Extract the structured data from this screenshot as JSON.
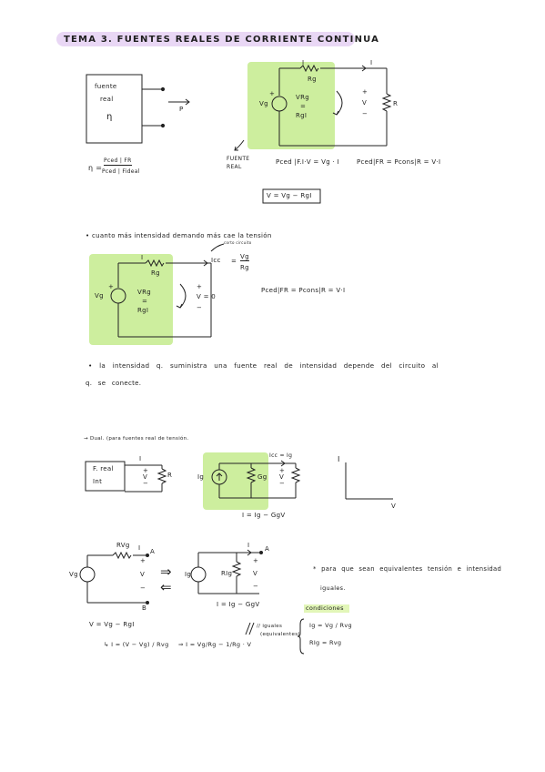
{
  "title": "TEMA 3. FUENTES REALES DE CORRIENTE CONTINUA",
  "fig1": {
    "box_text_1": "fuente",
    "box_text_2": "real",
    "box_eta": "η",
    "arrow_p": "P",
    "eta_formula_num": "Pced | FR",
    "eta_formula_den": "Pced | Fideal",
    "eta_lhs": "η =",
    "i_label_1": "I",
    "rg_label": "Rg",
    "i_label_2": "I",
    "plus": "+",
    "v_label": "V",
    "minus": "−",
    "r_label": "R",
    "vg_label": "Vg",
    "vrg_1": "VRg",
    "vrg_2": "=",
    "vrg_3": "RgI",
    "fuente_real_1": "FUENTE",
    "fuente_real_2": "REAL",
    "eq_pced_fiv": "Pced |F.I·V = Vg · I",
    "eq_pced_fr": "Pced|FR = Pcons|R = V·I",
    "boxed_eq": "V = Vg − RgI"
  },
  "fig2": {
    "bullet": "• cuanto más intensidad demando más cae la tensión",
    "corto": "corto circuito",
    "icc": "Icc",
    "icc_frac_num": "Vg",
    "icc_frac_den": "Rg",
    "icc_eq": "=",
    "i_label": "I",
    "rg_label": "Rg",
    "plus": "+",
    "vg_label": "Vg",
    "vrg_1": "VRg",
    "vrg_2": "=",
    "vrg_3": "RgI",
    "v0": "V = 0",
    "minus": "−",
    "eq": "Pced|FR = Pcons|R = V·I"
  },
  "note": {
    "line1": "• la intensidad q. suministra una fuente real de intensidad depende del circuito al",
    "line2": "q. se conecte."
  },
  "fig3": {
    "dual": "→ Dual. (para fuentes real de tensión.",
    "box1": "F. real",
    "box2": "Int",
    "i_label": "I",
    "plus": "+",
    "v_label": "V",
    "minus": "−",
    "r_label": "R",
    "ig_label": "Ig",
    "gg_label": "Gg",
    "icc_ig": "Icc = Ig",
    "v_label2": "V",
    "eq": "I = Ig − GgV",
    "axis_i": "I",
    "axis_v": "V"
  },
  "fig4": {
    "rvg": "RVg",
    "i1": "I",
    "a1": "A",
    "plus": "+",
    "v1": "V",
    "minus": "−",
    "b": "B",
    "vg": "Vg",
    "arrows_r": "⇒",
    "arrows_l": "⇐",
    "ig": "Ig",
    "rig": "RIg",
    "i2": "I",
    "a2": "A",
    "v2": "V",
    "eq_i": "I = Ig − GgV",
    "note_1": "* para que sean equivalentes tensión e intensidad",
    "note_2": "iguales.",
    "cond_title": "condiciones",
    "cond_1": "Ig = Vg / Rvg",
    "cond_2": "RIg = Rvg",
    "eq_v": "V = Vg − RgI",
    "iguales_1": "// iguales",
    "iguales_2": "(equivalentes)",
    "deriv_1": "↳ I = (V − Vg) / Rvg",
    "deriv_2": "⇒ I = Vg/Rg − 1/Rg · V"
  }
}
